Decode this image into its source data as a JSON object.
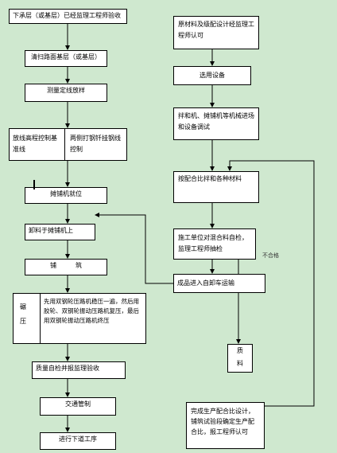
{
  "left_flow": {
    "box1": "下承层（或基层）已经监理工程师验收",
    "box2": "清扫路面基层（或基层）",
    "box3": "测量定线放样",
    "box4_left": "放线高程控制基准线",
    "box4_right": "两侧打钢钎挂钢线控制",
    "box5": "摊铺机就位",
    "box6": "卸料于摊铺机上",
    "box7": "铺　　　筑",
    "box8_left": "碾\n压",
    "box8_right": "先用双钢轮压路机稳压一遍，然后用胶轮、双钢轮振动压路机复压，最后用双钢轮振动压路机终压",
    "box9": "质量自检并报监理验收",
    "box10": "交通管制",
    "box11": "进行下道工序"
  },
  "right_flow": {
    "box1": "原材料及级配设计经监理工程师认可",
    "box2": "选用设备",
    "box3": "拌和机、摊铺机等机械进场和设备调试",
    "box4": "按配合比拌和各种材料",
    "box5": "施工单位对混合料自检，监理工程师抽检",
    "box6": "成品进入自卸车运输",
    "box7": "质\n\n料",
    "box8": "完成生产配合比设计，铺筑试验段确定生产配合比，报工程师认可",
    "label_fail": "不合格"
  }
}
